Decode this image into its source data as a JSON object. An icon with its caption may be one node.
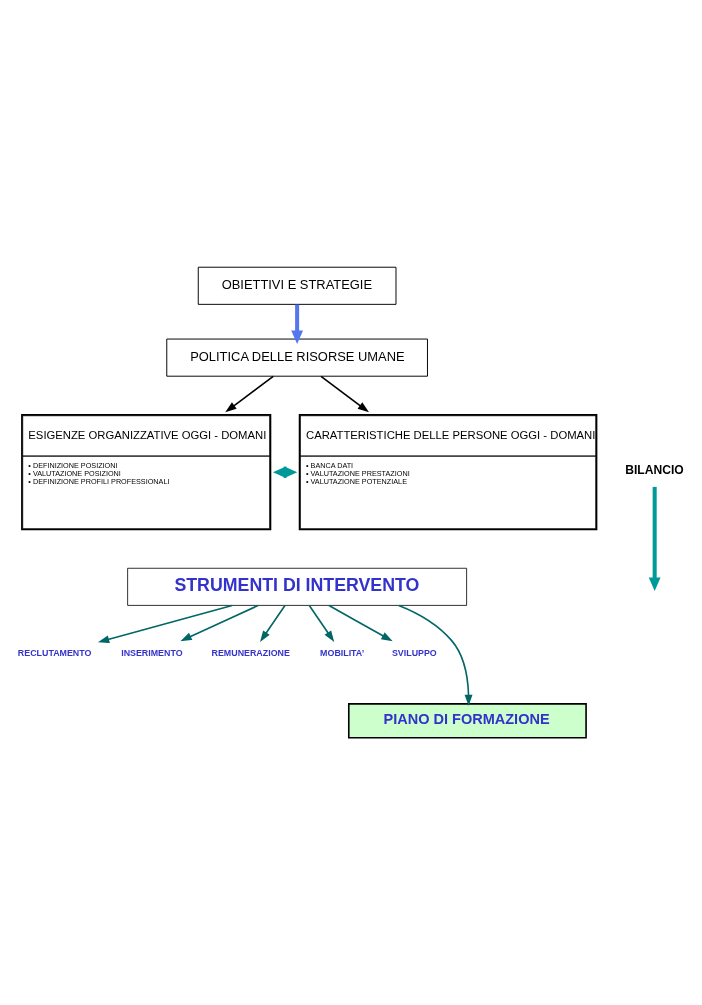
{
  "diagram": {
    "nodes": [
      {
        "text": [
          "OBIETTIVI E STRATEGIE"
        ]
      },
      {
        "text": [
          "POLITICA DELLE RISORSE UMANE"
        ]
      },
      {
        "text": [
          "ESIGENZE ORGANIZZATIVE OGGI - DOMANI",
          "• DEFINIZIONE POSIZIONI",
          "• VALUTAZIONE POSIZIONI",
          "• DEFINIZIONE PROFILI PROFESSIONALI"
        ]
      },
      {
        "text": [
          "BILANCIO"
        ]
      },
      {
        "text": [
          "CARATTERISTICHE DELLE PERSONE OGGI - DOMANI",
          "• BANCA DATI",
          "• VALUTAZIONE PRESTAZIONI",
          "• VALUTAZIONE POTENZIALE"
        ]
      },
      {
        "text": [
          "STRUMENTI DI INTERVENTO"
        ]
      },
      {
        "text": [
          "RECLUTAMENTO"
        ]
      },
      {
        "text": [
          "INSERIMENTO"
        ]
      },
      {
        "text": [
          "REMUNERAZIONE"
        ]
      },
      {
        "text": [
          "MOBILITA’"
        ]
      },
      {
        "text": [
          "SVILUPPO"
        ]
      },
      {
        "text": [
          "PIANO DI FORMAZIONE"
        ]
      }
    ],
    "edges": [
      {
        "from": 0,
        "to": 1,
        "arrow": "to",
        "style": "thick",
        "color": "#5577ee"
      },
      {
        "from": 1,
        "to": 2,
        "arrow": "to",
        "color": "#000000"
      },
      {
        "from": 1,
        "to": 4,
        "arrow": "to",
        "color": "#000000"
      },
      {
        "from": 2,
        "to": 4,
        "arrow": "both",
        "style": "thick",
        "color": "#009999"
      },
      {
        "from": 3,
        "to": null,
        "arrow": "to",
        "style": "thick",
        "color": "#009999"
      },
      {
        "from": 5,
        "to": 6,
        "arrow": "to",
        "color": "#006666"
      },
      {
        "from": 5,
        "to": 7,
        "arrow": "to",
        "color": "#006666"
      },
      {
        "from": 5,
        "to": 8,
        "arrow": "to",
        "color": "#006666"
      },
      {
        "from": 5,
        "to": 9,
        "arrow": "to",
        "color": "#006666"
      },
      {
        "from": 5,
        "to": 10,
        "arrow": "to",
        "color": "#006666"
      },
      {
        "from": 5,
        "to": 11,
        "arrow": "to",
        "color": "#006666"
      }
    ]
  }
}
